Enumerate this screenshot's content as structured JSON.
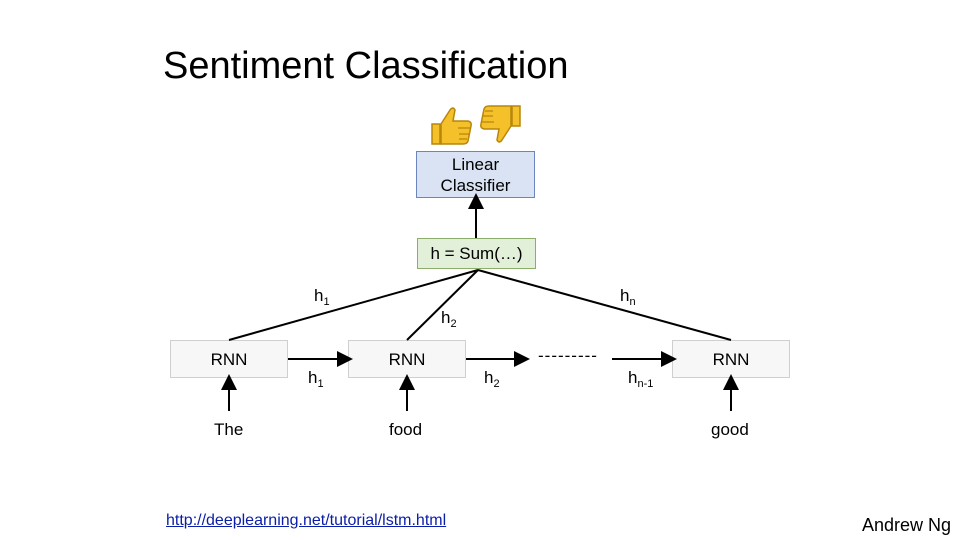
{
  "title": "Sentiment Classification",
  "linear_classifier": {
    "line1": "Linear",
    "line2": "Classifier"
  },
  "sum_box": "h = Sum(…)",
  "rnn_label": "RNN",
  "inputs": [
    "The",
    "food",
    "good"
  ],
  "hidden_top": {
    "h1": "h",
    "h1_sub": "1",
    "h2": "h",
    "h2_sub": "2",
    "hn": "h",
    "hn_sub": "n"
  },
  "hidden_between": {
    "h1": "h",
    "h1_sub": "1",
    "h2": "h",
    "h2_sub": "2",
    "hn1": "h",
    "hn1_sub": "n-1"
  },
  "dash_text": "---------",
  "link": "http://deeplearning.net/tutorial/lstm.html",
  "author": "Andrew Ng",
  "icons": [
    "thumbs-up-icon",
    "thumbs-down-icon"
  ],
  "colors": {
    "classifier_fill": "#dae3f3",
    "sum_fill": "#e2efd9",
    "link": "#0b1ea8",
    "thumb": "#f5c12b"
  }
}
